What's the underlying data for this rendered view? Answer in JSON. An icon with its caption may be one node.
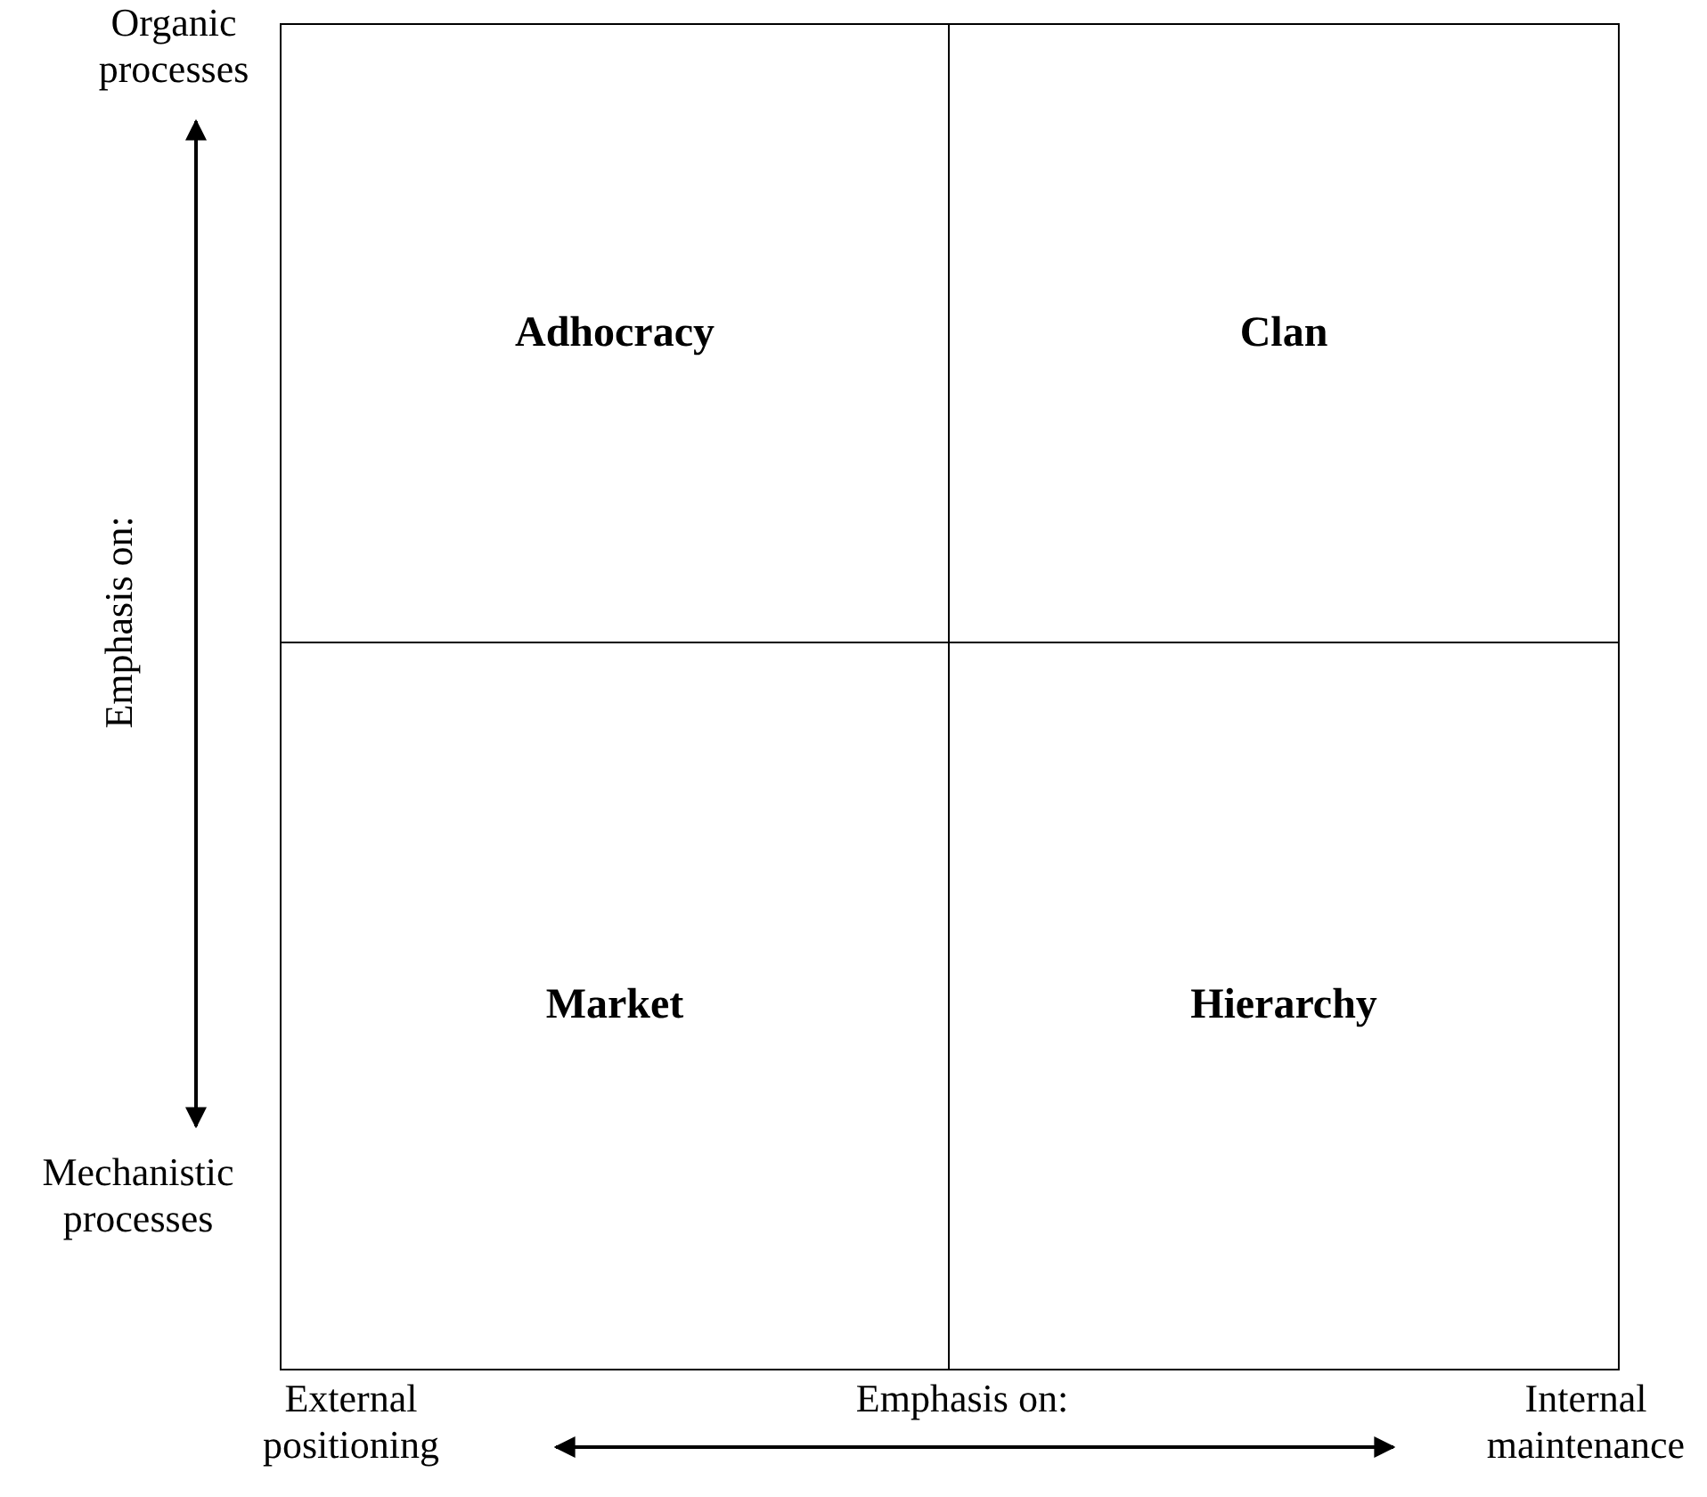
{
  "diagram": {
    "nodes": [
      {
        "text": [
          "Adhocracy"
        ]
      },
      {
        "text": [
          "Clan"
        ]
      },
      {
        "text": [
          "Market"
        ]
      },
      {
        "text": [
          "Hierarchy"
        ]
      }
    ],
    "edges": [],
    "labels": [
      "Organic processes",
      "Emphasis on:",
      "Mechanistic processes",
      "External positioning",
      "Emphasis on:",
      "Internal maintenance"
    ]
  }
}
